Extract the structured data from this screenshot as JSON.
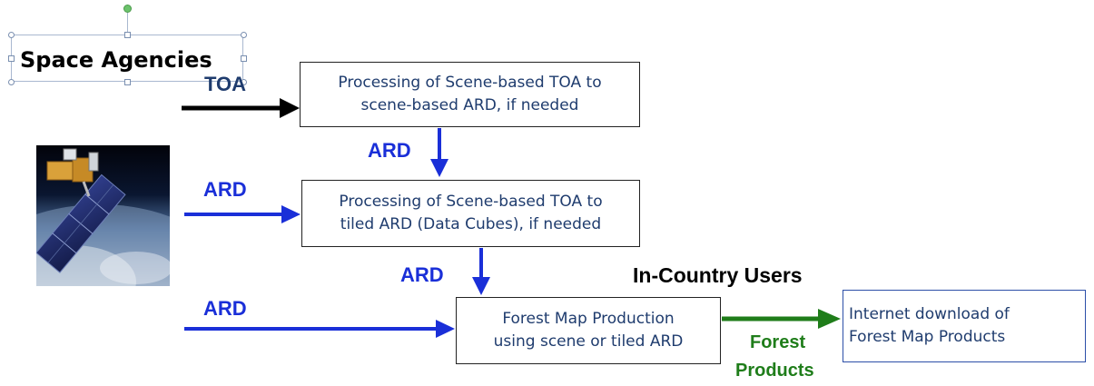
{
  "title_label": "Space Agencies",
  "boxes": {
    "toa_processing": "Processing of Scene-based TOA to\nscene-based ARD, if needed",
    "tiled_processing": "Processing of Scene-based TOA to\ntiled ARD (Data Cubes), if needed",
    "forest_map": "Forest Map Production\nusing scene or tiled ARD",
    "internet_download": "Internet download of\nForest Map Products"
  },
  "arrow_labels": {
    "toa": "TOA",
    "ard_down_1": "ARD",
    "ard_input_2": "ARD",
    "ard_down_2": "ARD",
    "ard_input_3": "ARD",
    "in_country_users": "In-Country Users",
    "forest_products_line1": "Forest",
    "forest_products_line2": "Products"
  },
  "colors": {
    "black_arrow": "#000000",
    "blue_arrow": "#1a2fd8",
    "green_arrow": "#1f7d1a",
    "box_text": "#1f3c6e"
  }
}
